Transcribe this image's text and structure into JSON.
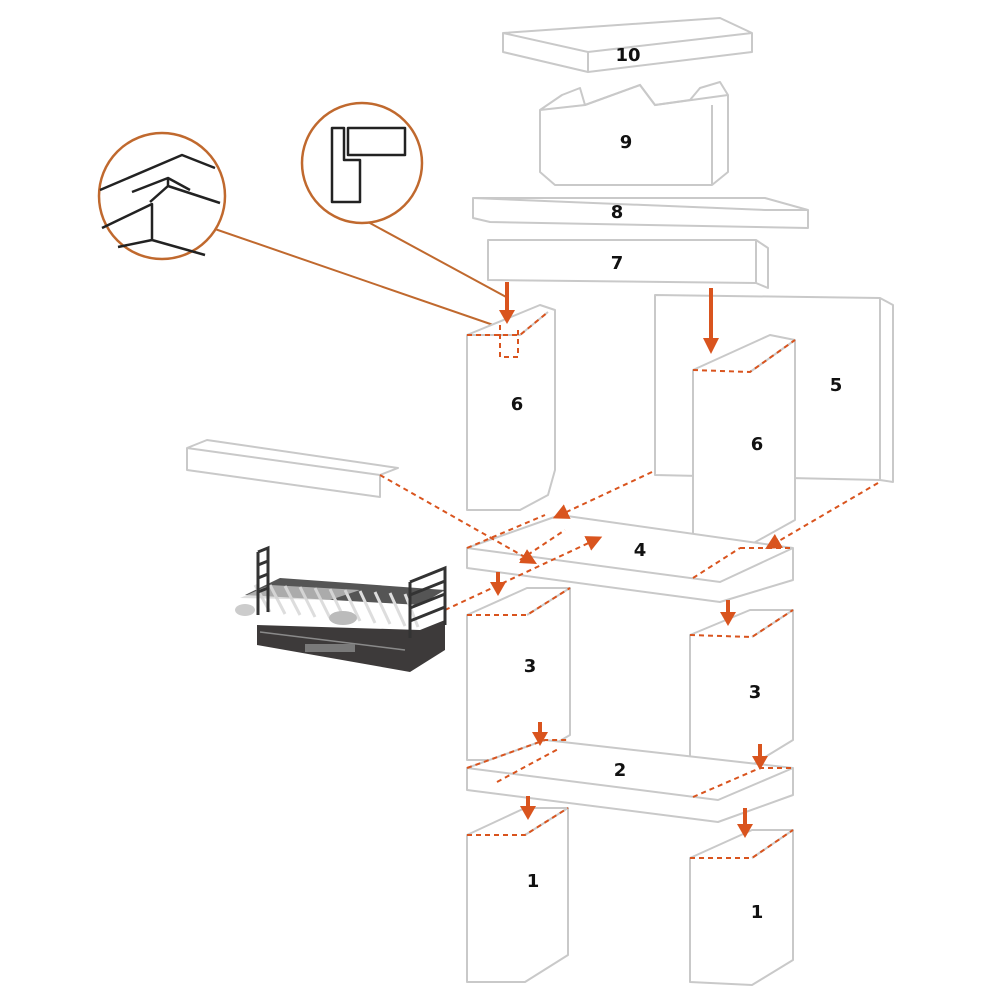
{
  "diagram": {
    "labels": {
      "p10": "10",
      "p9": "9",
      "p8": "8",
      "p7": "7",
      "p6_left": "6",
      "p6_right": "6",
      "p5": "5",
      "p4": "4",
      "p3_left": "3",
      "p3_right": "3",
      "p2": "2",
      "p1_left": "1",
      "p1_right": "1"
    },
    "colors": {
      "accent": "#d9541e",
      "outline": "#c9c9c9",
      "grill": "#3d3a3a"
    }
  }
}
